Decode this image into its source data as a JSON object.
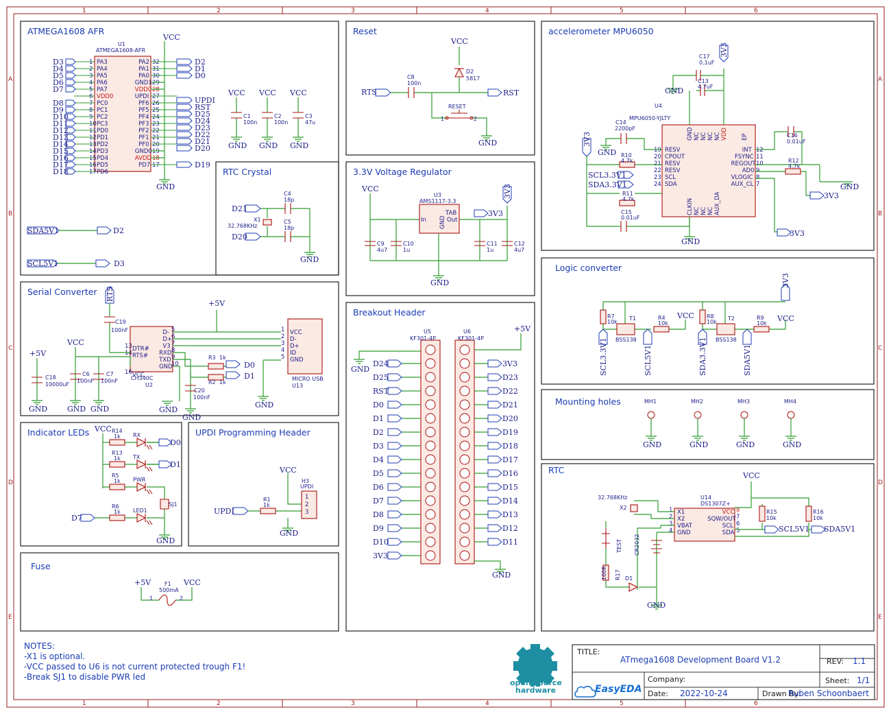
{
  "frame": {
    "columns": [
      "1",
      "2",
      "3",
      "4",
      "5",
      "6"
    ],
    "rows": [
      "A",
      "B",
      "C",
      "D",
      "E"
    ]
  },
  "sections": {
    "atmega": "ATMEGA1608 AFR",
    "reset": "Reset",
    "accel": "accelerometer MPU6050",
    "rtc_crystal": "RTC Crystal",
    "regulator": "3.3V Voltage Regulator",
    "serial": "Serial Converter",
    "breakout": "Breakout Header",
    "logic": "Logic converter",
    "mounting": "Mounting holes",
    "leds": "Indicator LEDs",
    "updi": "UPDI Programming Header",
    "rtc": "RTC",
    "fuse": "Fuse"
  },
  "atmega": {
    "ref": "U1",
    "part": "ATMEGA1608-AFR",
    "left_nets": [
      "D3",
      "D4",
      "D5",
      "D6",
      "D7",
      "D8",
      "D9",
      "D10",
      "D11",
      "D12",
      "D13",
      "D14",
      "D15",
      "D16",
      "D17",
      "D18"
    ],
    "left_pins": [
      "PA3",
      "PA4",
      "PA5",
      "PA6",
      "PA7",
      "VDD0",
      "PC0",
      "PC1",
      "PC2",
      "PC3",
      "PD0",
      "PD1",
      "PD2",
      "PD3",
      "PD4",
      "PD5",
      "PD6"
    ],
    "right_pins": [
      "PA2",
      "PA1",
      "PA0",
      "GND1",
      "VDD0",
      "UPDI",
      "PF6",
      "PF5",
      "PF4",
      "PF3",
      "PF2",
      "PF1",
      "PF0",
      "GND0",
      "AVDD",
      "PD7"
    ],
    "right_nets": [
      "D2",
      "D1",
      "D0",
      "UPDI",
      "RST",
      "D25",
      "D24",
      "D23",
      "D22",
      "D21",
      "D20",
      "D19"
    ],
    "caps": [
      {
        "ref": "C1",
        "val": "100n"
      },
      {
        "ref": "C2",
        "val": "100n"
      },
      {
        "ref": "C3",
        "val": "47u"
      }
    ],
    "sda": "SDA5V1",
    "scl": "SCL5V1",
    "sda_to": "D2",
    "scl_to": "D3"
  },
  "power": {
    "vcc": "VCC",
    "gnd": "GND",
    "p5v": "+5V",
    "v33": "3V3"
  },
  "reset": {
    "rts": "RTS",
    "rst": "RST",
    "c8": "C8",
    "c8v": "100n",
    "d2": "D2",
    "d2v": "5817",
    "sw": "RESET",
    "sw1": "1",
    "sw2": "2"
  },
  "crystal": {
    "d21": "D21",
    "d20": "D20",
    "x1": "X1",
    "x1v": "32.768KHz",
    "c4": "C4",
    "c4v": "18p",
    "c5": "C5",
    "c5v": "18p"
  },
  "regulator": {
    "u3": "U3",
    "part": "AMS1117-3.3",
    "in": "In",
    "out": "Out",
    "tab": "TAB",
    "gndpin": "GND",
    "caps": [
      {
        "ref": "C9",
        "val": "4u7"
      },
      {
        "ref": "C10",
        "val": "1u"
      },
      {
        "ref": "C11",
        "val": "1u"
      },
      {
        "ref": "C12",
        "val": "4u7"
      }
    ],
    "net": "3V3"
  },
  "accel": {
    "u4": "U4",
    "part": "MPU6050-YJLTY",
    "c17": "C17",
    "c17v": "0.1uF",
    "c13": "C13",
    "c13v": "4.7uF",
    "c14": "C14",
    "c14v": "2200pF",
    "c15": "C15",
    "c15v": "0.01uF",
    "c16": "C16",
    "c16v": "0.01uF",
    "r10": "R10",
    "r10v": "4.7k",
    "r11": "R11",
    "r11v": "4.7k",
    "r12": "R12",
    "r12v": "4.7k",
    "left_pins": [
      "RESV",
      "CPOUT",
      "RESV",
      "RESV",
      "SCL",
      "SDA"
    ],
    "right_pins": [
      "INT",
      "FSYNC",
      "REGOUT",
      "AD0",
      "VLOGIC",
      "AUX_CL"
    ],
    "scl": "SCL3.3V1",
    "sda": "SDA3.3V1",
    "top_pins": [
      "GND",
      "NC",
      "NC",
      "NC",
      "NC",
      "VDD",
      "EP"
    ],
    "bottom_pins": [
      "CLKIN",
      "NC",
      "NC",
      "NC",
      "AUX_DA"
    ]
  },
  "serial": {
    "u2": "U2",
    "part": "CH340C",
    "pins": [
      "D-",
      "D+",
      "V3",
      "RXD",
      "TXD",
      "GND",
      "DTR#",
      "RTS#",
      "VCC"
    ],
    "c19": "C19",
    "c19v": "100nF",
    "c18": "C18",
    "c18v": "10000uF",
    "c6": "C6",
    "c6v": "100nF",
    "c7": "C7",
    "c7v": "100nF",
    "c20": "C20",
    "c20v": "100nF",
    "r3": "R3",
    "r3v": "1k",
    "r2": "R2",
    "r2v": "1k",
    "usb": "MICRO USB",
    "u13": "U13",
    "usb_pins": [
      "VCC",
      "D-",
      "D+",
      "ID",
      "GND"
    ]
  },
  "breakout": {
    "u5": "U5",
    "u6": "U6",
    "part": "KF301-4P",
    "left": [
      "D24",
      "D25",
      "RST",
      "D0",
      "D1",
      "D2",
      "D3",
      "D4",
      "D5",
      "D6",
      "D7",
      "D8",
      "D9",
      "D10",
      "3V3"
    ],
    "right": [
      "3V3",
      "D23",
      "D22",
      "D21",
      "D20",
      "D19",
      "D18",
      "D17",
      "D16",
      "D15",
      "D14",
      "D13",
      "D12",
      "D11"
    ]
  },
  "logic": {
    "r7": "R7",
    "r7v": "10k",
    "t1": "T1",
    "r4": "R4",
    "r4v": "10k",
    "r8": "R8",
    "r8v": "10k",
    "t2": "T2",
    "r9": "R9",
    "r9v": "10k",
    "part": "BSS138",
    "nets": [
      "SCL3.3V1",
      "SCL5V1",
      "SDA3.3V1",
      "SDA5V1"
    ]
  },
  "mounting": [
    "MH1",
    "MH2",
    "MH3",
    "MH4"
  ],
  "leds": {
    "rows": [
      {
        "r": "R14",
        "rv": "1k",
        "led": "RX",
        "net": "D0"
      },
      {
        "r": "R13",
        "rv": "1k",
        "led": "TX",
        "net": "D1"
      },
      {
        "r": "R5",
        "rv": "1k",
        "led": "PWR",
        "net": ""
      },
      {
        "r": "R6",
        "rv": "1k",
        "led": "LED1",
        "net": ""
      }
    ],
    "d7": "D7",
    "sj": "SJ1"
  },
  "updi": {
    "net": "UPDI",
    "r1": "R1",
    "r1v": "1k",
    "h3": "H3",
    "hdr": "UPDI",
    "pins": [
      "1",
      "2",
      "3"
    ]
  },
  "rtc": {
    "u14": "U14",
    "part": "DS1307Z+",
    "x2": "X2",
    "x2v": "32.768KHz",
    "left_pins": [
      "X1",
      "X2",
      "VBAT",
      "GND"
    ],
    "right_pins": [
      "VCC",
      "SQW/OUT",
      "SCL",
      "SDA"
    ],
    "r15": "R15",
    "r15v": "10k",
    "r16": "R16",
    "r16v": "10k",
    "r17": "R17",
    "r17v": "100R",
    "d1": "D1",
    "bat": "CR2032",
    "test": "TEST",
    "scl": "SCL5V1",
    "sda": "SDA5V1"
  },
  "fuse": {
    "f1": "F1",
    "val": "500mA",
    "p1": "1",
    "p2": "2"
  },
  "notes": {
    "title": "NOTES:",
    "lines": [
      "-X1 is optional.",
      "-VCC passed to U6 is not current protected trough F1!",
      "-Break SJ1 to disable PWR led"
    ]
  },
  "titleblock": {
    "title_label": "TITLE:",
    "title": "ATmega1608 Development Board V1.2",
    "rev_label": "REV:",
    "rev": "1.1",
    "company_label": "Company:",
    "sheet_label": "Sheet:",
    "sheet": "1/1",
    "date_label": "Date:",
    "date": "2022-10-24",
    "drawn_label": "Drawn By:",
    "drawn": "Ruben Schoonbaert",
    "osh": "open source\nhardware",
    "osh1": "open source",
    "osh2": "hardware",
    "easyeda": "EasyEDA"
  }
}
